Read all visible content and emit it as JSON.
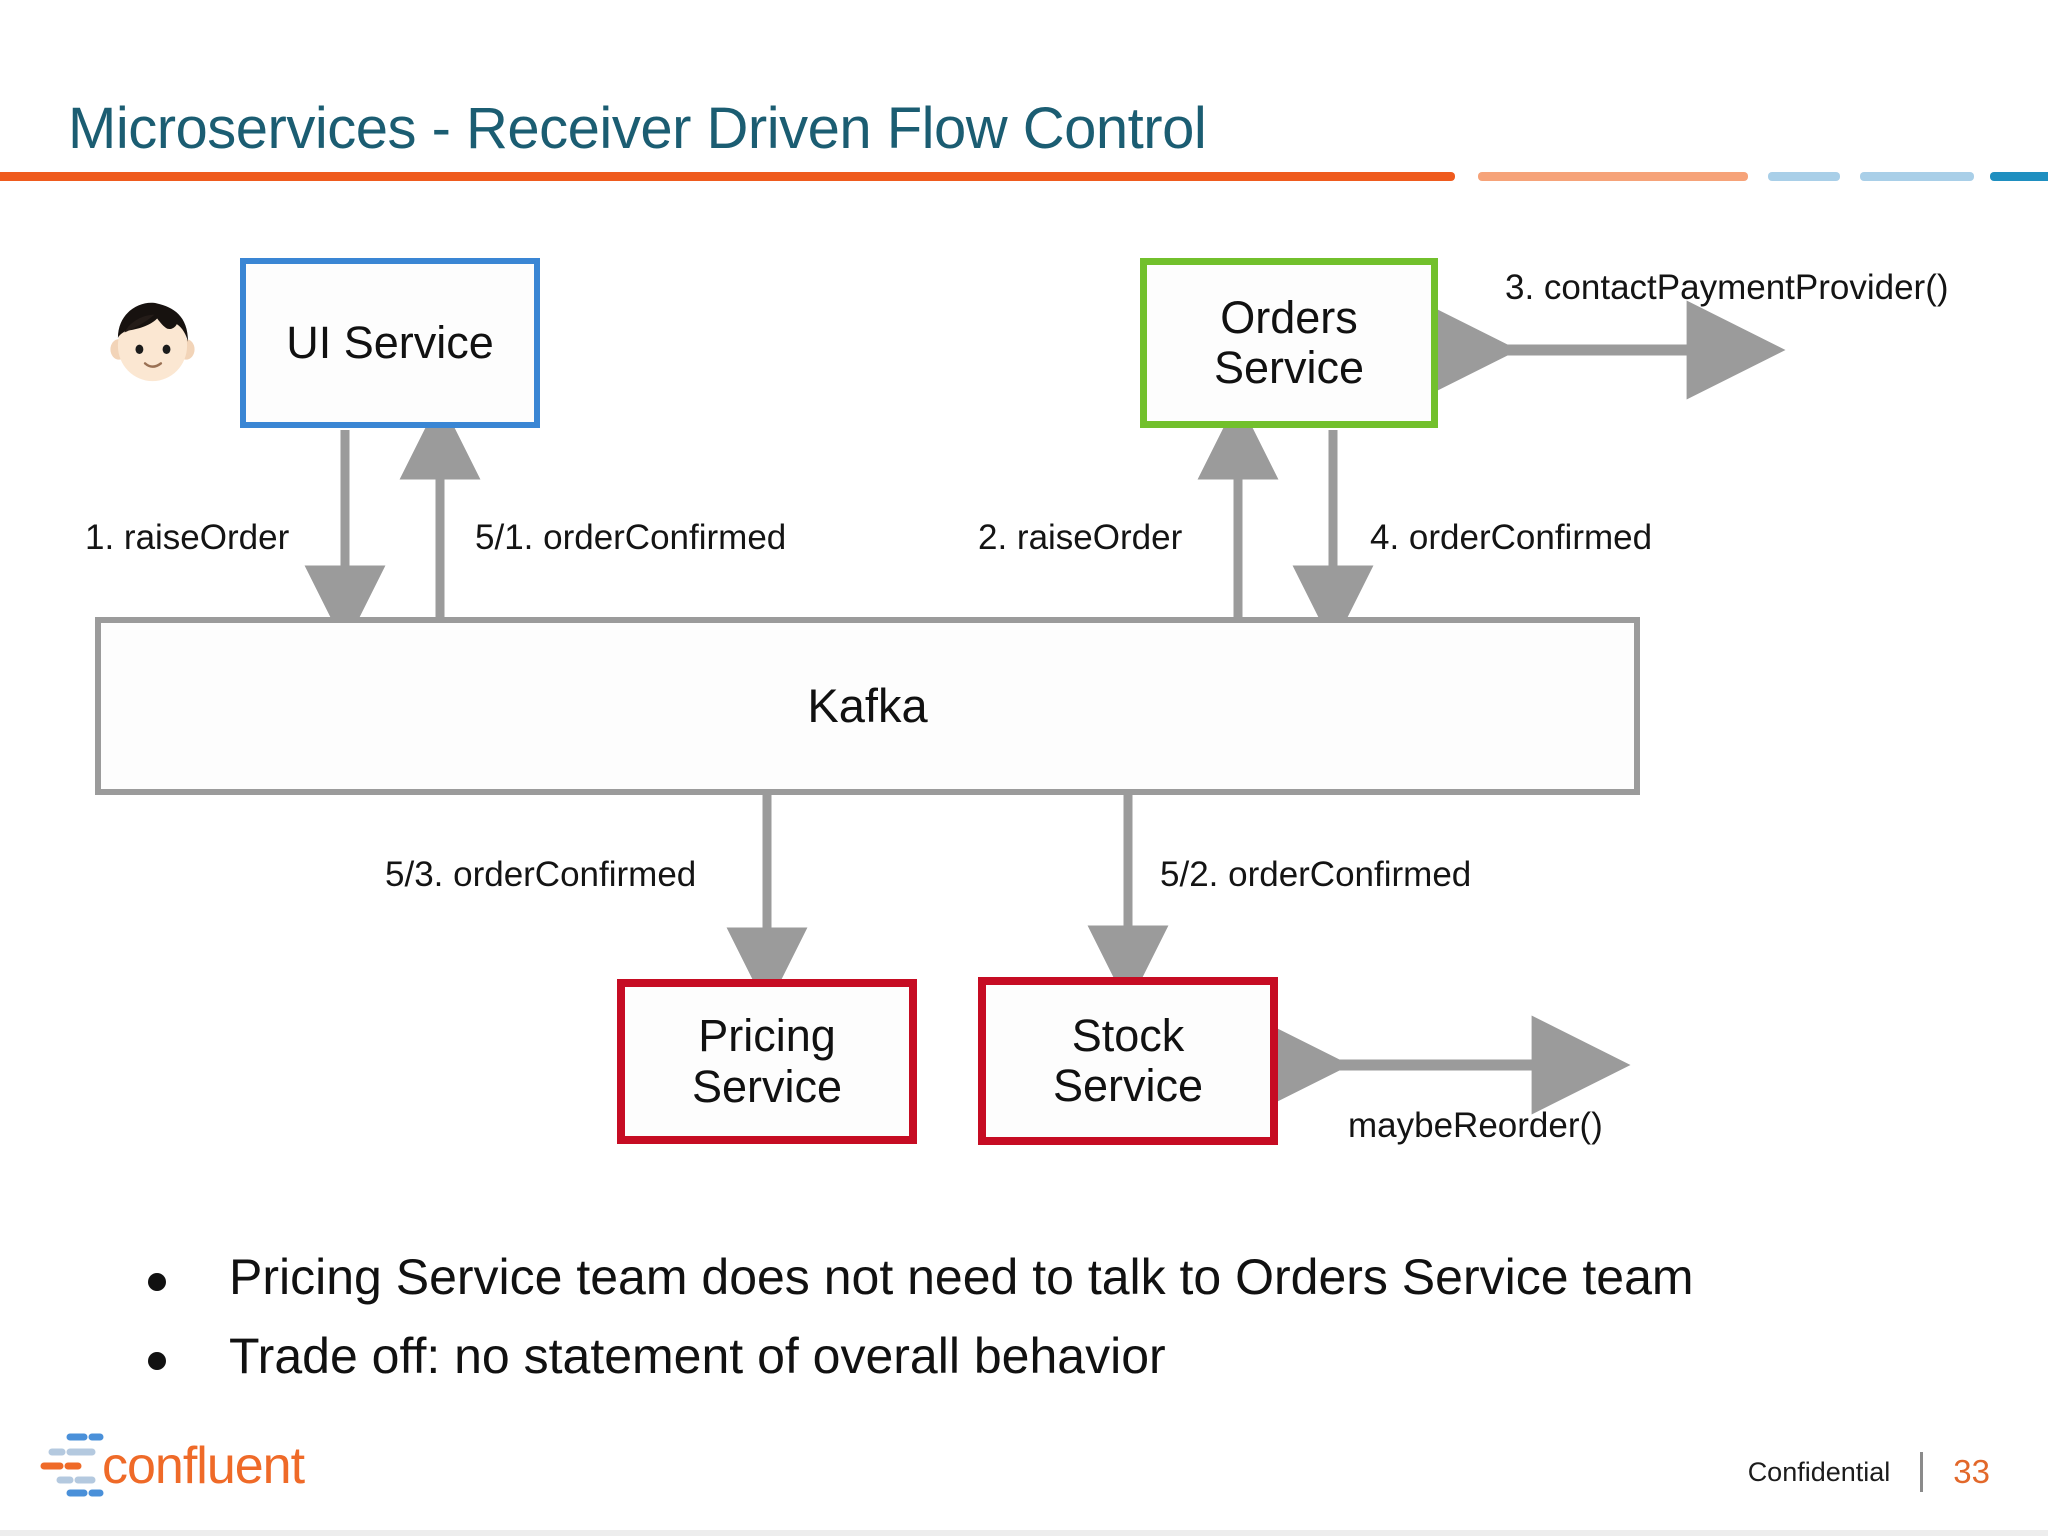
{
  "slide": {
    "title": "Microservices - Receiver Driven Flow Control",
    "title_color": "#1b5d72",
    "accent_rule_colors": [
      "#ef5b1e",
      "#f6a379",
      "#a9cfe8",
      "#a9cfe8",
      "#1f8fc0",
      "#1f8fc0"
    ]
  },
  "diagram": {
    "nodes": [
      {
        "id": "ui",
        "label": "UI Service",
        "border_color": "#3a86d4"
      },
      {
        "id": "orders",
        "label": "Orders\nService",
        "label_line1": "Orders",
        "label_line2": "Service",
        "border_color": "#72c02c"
      },
      {
        "id": "kafka",
        "label": "Kafka",
        "border_color": "#9b9b9b"
      },
      {
        "id": "pricing",
        "label_line1": "Pricing",
        "label_line2": "Service",
        "border_color": "#c60c23"
      },
      {
        "id": "stock",
        "label_line1": "Stock",
        "label_line2": "Service",
        "border_color": "#c60c23"
      }
    ],
    "actor": {
      "name": "user-avatar"
    },
    "edge_labels": {
      "raise_order_1": "1. raiseOrder",
      "order_confirmed_51": "5/1. orderConfirmed",
      "raise_order_2": "2. raiseOrder",
      "order_confirmed_4": "4. orderConfirmed",
      "order_confirmed_53": "5/3. orderConfirmed",
      "order_confirmed_52": "5/2. orderConfirmed",
      "contact_payment_provider_3": "3. contactPaymentProvider()",
      "maybe_reorder": "maybeReorder()"
    },
    "arrow_color": "#9b9b9b"
  },
  "bullets": [
    "Pricing Service team does not need to talk to Orders Service team",
    "Trade off: no statement of overall behavior"
  ],
  "footer": {
    "logo_text": "confluent",
    "confidential": "Confidential",
    "page_number": "33",
    "logo_orange": "#ef6a28",
    "logo_blue": "#4a90d9",
    "logo_lightblue": "#b4c9df",
    "page_number_color": "#e2682a"
  }
}
